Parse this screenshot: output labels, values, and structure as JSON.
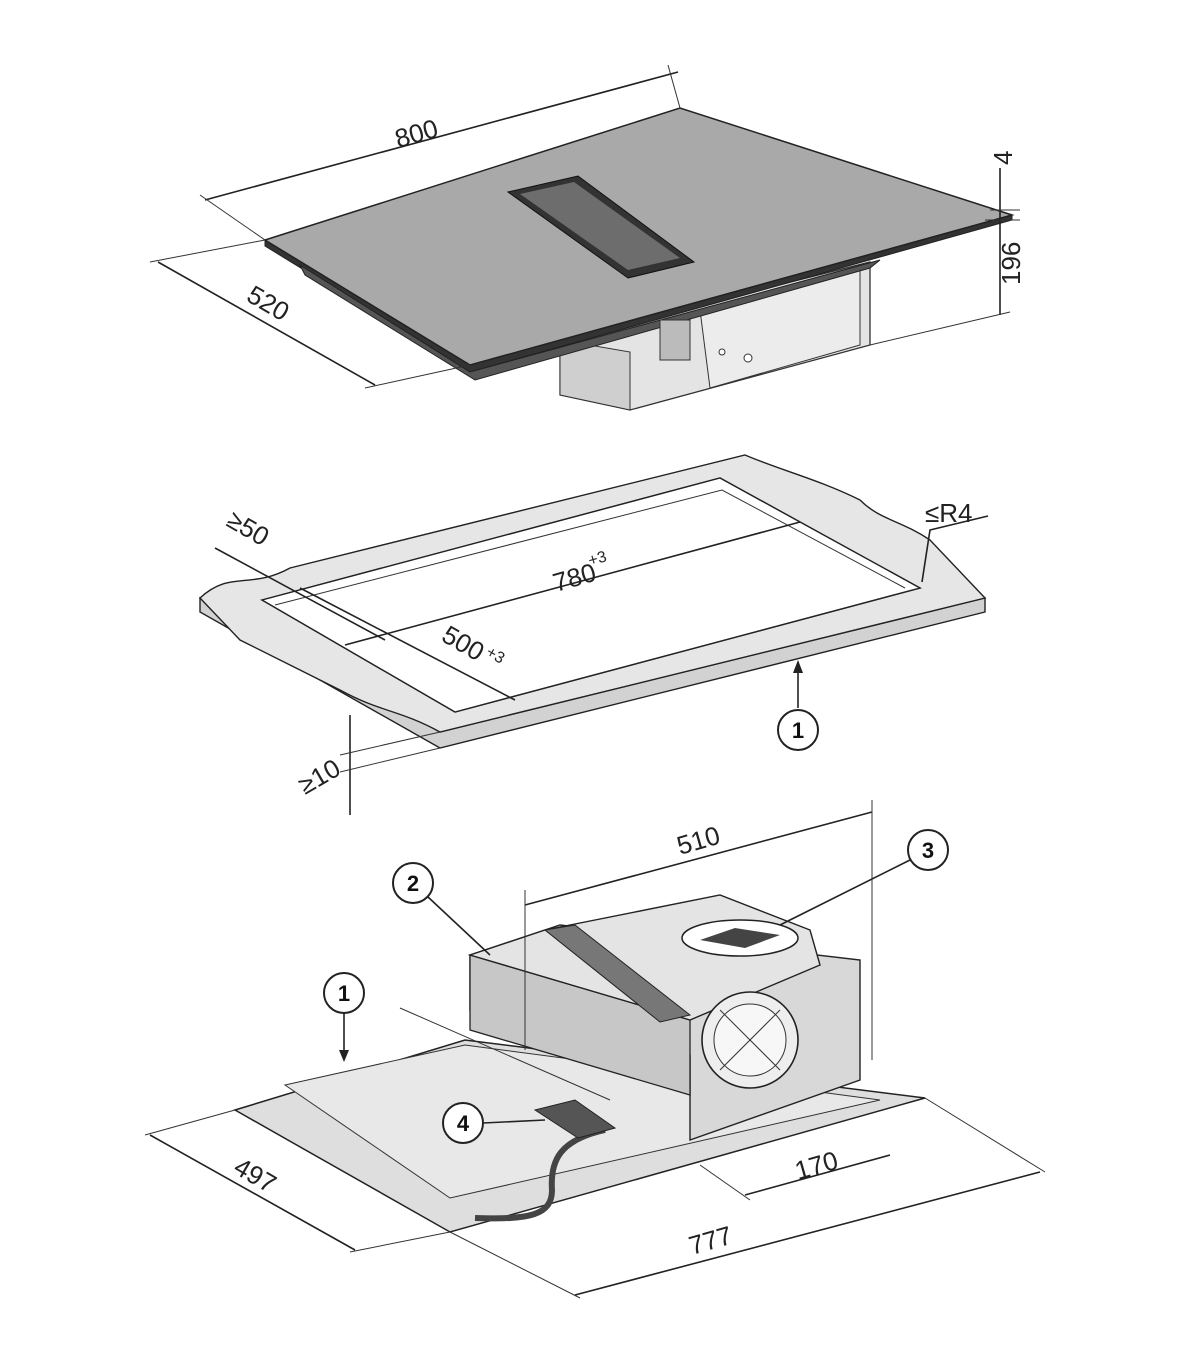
{
  "hob": {
    "width": "800",
    "depth": "520",
    "glass_thickness": "4",
    "height": "196"
  },
  "cutout": {
    "min_front_distance": "≥50",
    "width": "780",
    "width_tolerance": "+3",
    "depth": "500",
    "depth_tolerance": "+3",
    "corner_radius": "≤R4",
    "min_worktop_thickness": "≥10",
    "callout": "1"
  },
  "underside": {
    "fan_width": "510",
    "plate_depth": "497",
    "outlet_offset": "170",
    "plate_width": "777",
    "callouts": [
      "1",
      "2",
      "3",
      "4"
    ]
  },
  "colors": {
    "glass": "#a9a9a9",
    "metal": "#dcdcdc",
    "worktop": "#e6e6e6",
    "line": "#222222"
  }
}
